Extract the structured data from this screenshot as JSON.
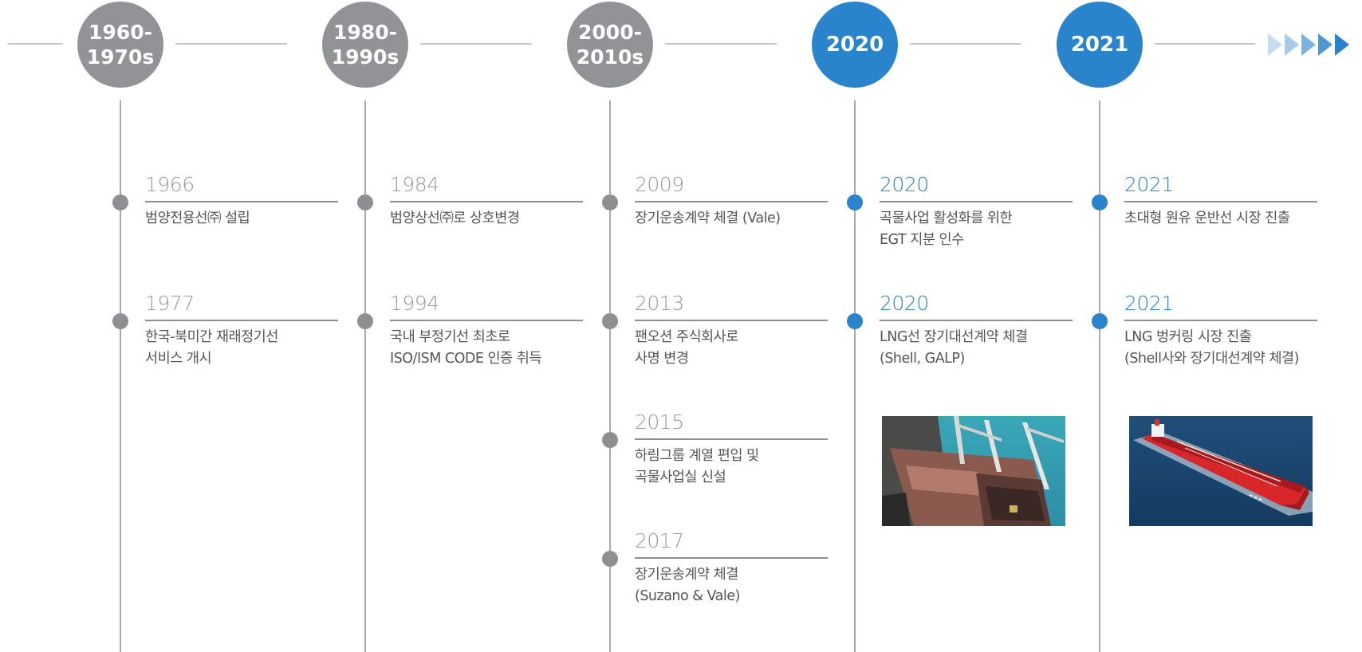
{
  "timeline": {
    "periods": [
      {
        "label": "1960-\n1970s",
        "style": "gray",
        "events": [
          {
            "year": "1966",
            "desc": "범양전용선㈜ 설립"
          },
          {
            "year": "1977",
            "desc": "한국-북미간 재래정기선\n서비스 개시"
          }
        ]
      },
      {
        "label": "1980-\n1990s",
        "style": "gray",
        "events": [
          {
            "year": "1984",
            "desc": "범양상선㈜로 상호변경"
          },
          {
            "year": "1994",
            "desc": "국내 부정기선 최초로\nISO/ISM CODE 인증 취득"
          }
        ]
      },
      {
        "label": "2000-\n2010s",
        "style": "gray",
        "events": [
          {
            "year": "2009",
            "desc": "장기운송계약 체결 (Vale)"
          },
          {
            "year": "2013",
            "desc": "팬오션 주식회사로\n사명 변경"
          },
          {
            "year": "2015",
            "desc": "하림그룹 계열 편입 및\n곡물사업실 신설"
          },
          {
            "year": "2017",
            "desc": "장기운송계약 체결\n(Suzano & Vale)"
          }
        ]
      },
      {
        "label": "2020",
        "style": "blue",
        "events": [
          {
            "year": "2020",
            "desc": "곡물사업 활성화를 위한\nEGT 지분 인수"
          },
          {
            "year": "2020",
            "desc": "LNG선 장기대선계약 체결\n(Shell, GALP)"
          }
        ]
      },
      {
        "label": "2021",
        "style": "blue",
        "events": [
          {
            "year": "2021",
            "desc": "초대형 원유 운반선 시장 진출"
          },
          {
            "year": "2021",
            "desc": "LNG 벙커링 시장 진출\n(Shell사와 장기대선계약 체결)"
          }
        ]
      }
    ],
    "photos": [
      {
        "subject": "bulk-carrier-cargo-hold-photo"
      },
      {
        "subject": "red-crude-oil-tanker-photo"
      }
    ],
    "arrow_icon": "chevron-arrows-icon",
    "colors": {
      "gray": "#929396",
      "blue": "#2a84cc",
      "line": "#c8c8c8",
      "text": "#555555"
    }
  }
}
